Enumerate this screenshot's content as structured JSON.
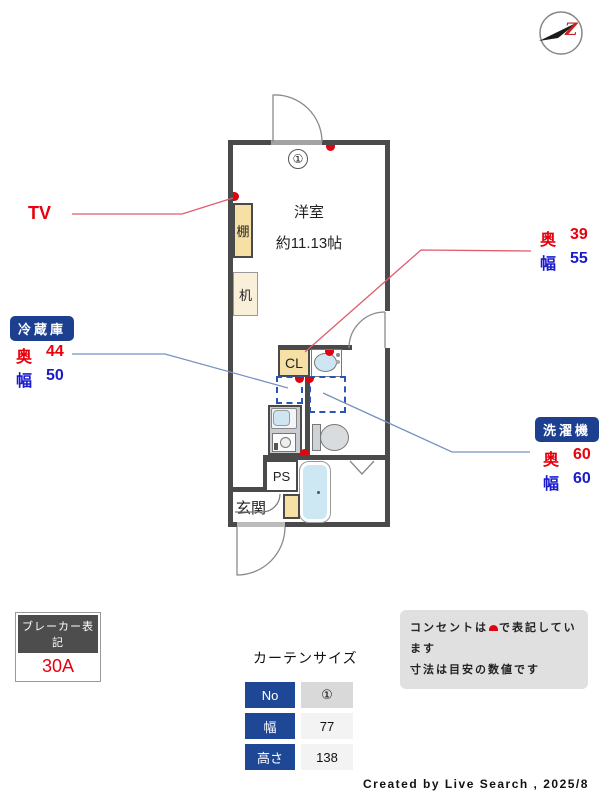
{
  "compass": {
    "mark": "Z"
  },
  "plan": {
    "room": {
      "name": "洋室",
      "size": "約11.13帖",
      "window_no": "①"
    },
    "shelf": "棚",
    "desk": "机",
    "closet": "CL",
    "pipe_space": "PS",
    "entrance": "玄関"
  },
  "annotations": {
    "tv": {
      "label": "TV"
    },
    "fridge": {
      "label": "冷蔵庫",
      "depth_label": "奥",
      "depth": "44",
      "width_label": "幅",
      "width": "50"
    },
    "closet_dim": {
      "depth_label": "奥",
      "depth": "39",
      "width_label": "幅",
      "width": "55"
    },
    "washer": {
      "label": "洗濯機",
      "depth_label": "奥",
      "depth": "60",
      "width_label": "幅",
      "width": "60"
    }
  },
  "breaker": {
    "title": "ブレーカー表記",
    "value": "30A"
  },
  "curtain": {
    "title": "カーテンサイズ",
    "rows": [
      {
        "label": "No",
        "value": "①"
      },
      {
        "label": "幅",
        "value": "77"
      },
      {
        "label": "高さ",
        "value": "138"
      }
    ]
  },
  "note": {
    "line1_before": "コンセントは",
    "line1_after": "で表記しています",
    "line2": "寸法は目安の数値です"
  },
  "credit": "Created by Live Search , 2025/8",
  "colors": {
    "wall": "#4a4a4a",
    "floor_stripe_light": "#f4e6cf",
    "floor_stripe_dark": "#e9d5b8",
    "bathroom_floor": "#d8ebf4",
    "bath_floor_pink": "#f8e2d9",
    "badge_blue": "#1c3f8f",
    "outlet_red": "#dd0510",
    "dim_red": "#e8000d",
    "dim_blue": "#1a1acc"
  }
}
